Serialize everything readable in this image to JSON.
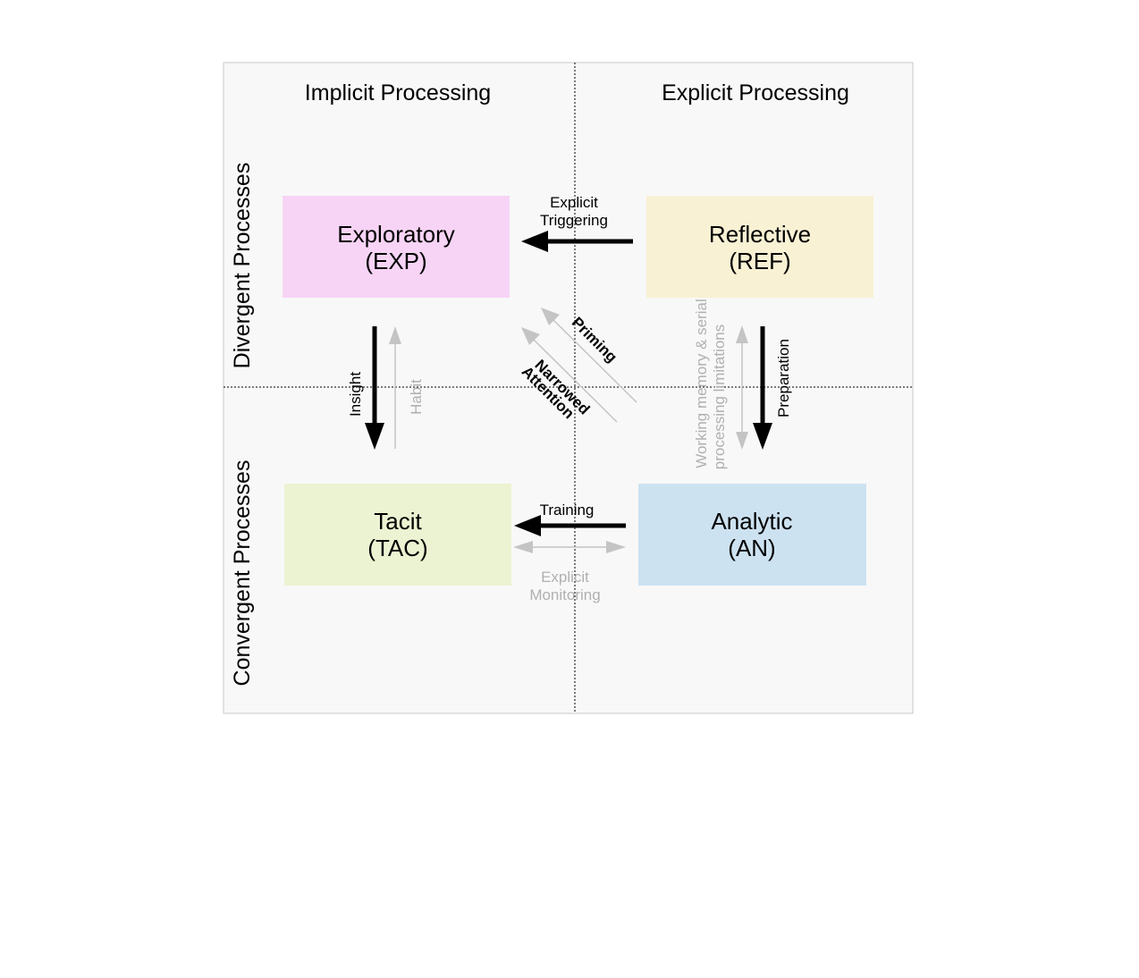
{
  "columns": {
    "implicit": "Implicit Processing",
    "explicit": "Explicit Processing"
  },
  "rows": {
    "divergent": "Divergent Processes",
    "convergent": "Convergent Processes"
  },
  "boxes": {
    "exploratory": {
      "name": "Exploratory",
      "abbr": "(EXP)",
      "color": "#f7d4f5"
    },
    "reflective": {
      "name": "Reflective",
      "abbr": "(REF)",
      "color": "#f9f1d4"
    },
    "tacit": {
      "name": "Tacit",
      "abbr": "(TAC)",
      "color": "#ecf3d2"
    },
    "analytic": {
      "name": "Analytic",
      "abbr": "(AN)",
      "color": "#cde2f1"
    }
  },
  "links": {
    "explicit_triggering": {
      "line1": "Explicit",
      "line2": "Triggering"
    },
    "priming": "Priming",
    "narrowed_attention": {
      "line1": "Narrowed",
      "line2": "Attention"
    },
    "insight": "Insight",
    "habit": "Habit",
    "preparation": "Preparation",
    "working_memory": {
      "line1": "Working memory & serial",
      "line2": "processing limitations"
    },
    "training": "Training",
    "explicit_monitoring": {
      "line1": "Explicit",
      "line2": "Monitoring"
    }
  },
  "colors": {
    "panel": "#f8f8f8",
    "border": "#c8c8c8",
    "strong_arrow": "#000000",
    "weak_arrow": "#c4c4c4",
    "weak_text": "#b0b0b0"
  }
}
